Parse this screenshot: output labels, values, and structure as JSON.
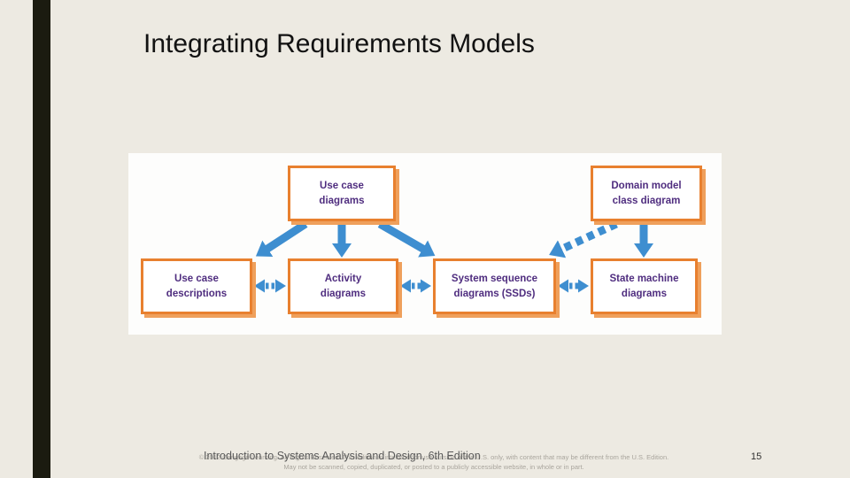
{
  "slide": {
    "title": "Integrating Requirements Models",
    "page_number": "15"
  },
  "diagram": {
    "boxes": [
      {
        "id": "use-case-diagrams",
        "label": "Use case\ndiagrams"
      },
      {
        "id": "domain-model-class-diagram",
        "label": "Domain model\nclass diagram"
      },
      {
        "id": "use-case-descriptions",
        "label": "Use case\ndescriptions"
      },
      {
        "id": "activity-diagrams",
        "label": "Activity\ndiagrams"
      },
      {
        "id": "system-sequence-diagrams",
        "label": "System sequence\ndiagrams (SSDs)"
      },
      {
        "id": "state-machine-diagrams",
        "label": "State machine\ndiagrams"
      }
    ],
    "connections": [
      {
        "from": "use-case-diagrams",
        "to": "use-case-descriptions",
        "style": "solid",
        "direction": "one-way"
      },
      {
        "from": "use-case-diagrams",
        "to": "activity-diagrams",
        "style": "solid",
        "direction": "one-way"
      },
      {
        "from": "use-case-diagrams",
        "to": "system-sequence-diagrams",
        "style": "solid",
        "direction": "one-way"
      },
      {
        "from": "domain-model-class-diagram",
        "to": "system-sequence-diagrams",
        "style": "dashed",
        "direction": "one-way"
      },
      {
        "from": "domain-model-class-diagram",
        "to": "state-machine-diagrams",
        "style": "solid",
        "direction": "one-way"
      },
      {
        "from": "use-case-descriptions",
        "to": "activity-diagrams",
        "style": "dashed",
        "direction": "two-way"
      },
      {
        "from": "activity-diagrams",
        "to": "system-sequence-diagrams",
        "style": "dashed",
        "direction": "two-way"
      },
      {
        "from": "system-sequence-diagrams",
        "to": "state-machine-diagrams",
        "style": "dashed",
        "direction": "two-way"
      }
    ],
    "colors": {
      "box_border_orange": "#e8802f",
      "box_fill": "#ffffff",
      "label_purple": "#4f2d7f",
      "arrow_blue": "#3e8ed0",
      "slide_background": "#edeae2",
      "side_bar_black": "#1b1b10"
    }
  },
  "footer": {
    "copyright_line1": "© 2012 Cengage Learning. All Rights Reserved. This edition is intended for use outside of the U.S. only, with content that may be different from the U.S. Edition.",
    "copyright_line2": "May not be scanned, copied, duplicated, or posted to a publicly accessible website, in whole or in part.",
    "course_title": "Introduction to Systems Analysis and Design, 6th Edition"
  }
}
